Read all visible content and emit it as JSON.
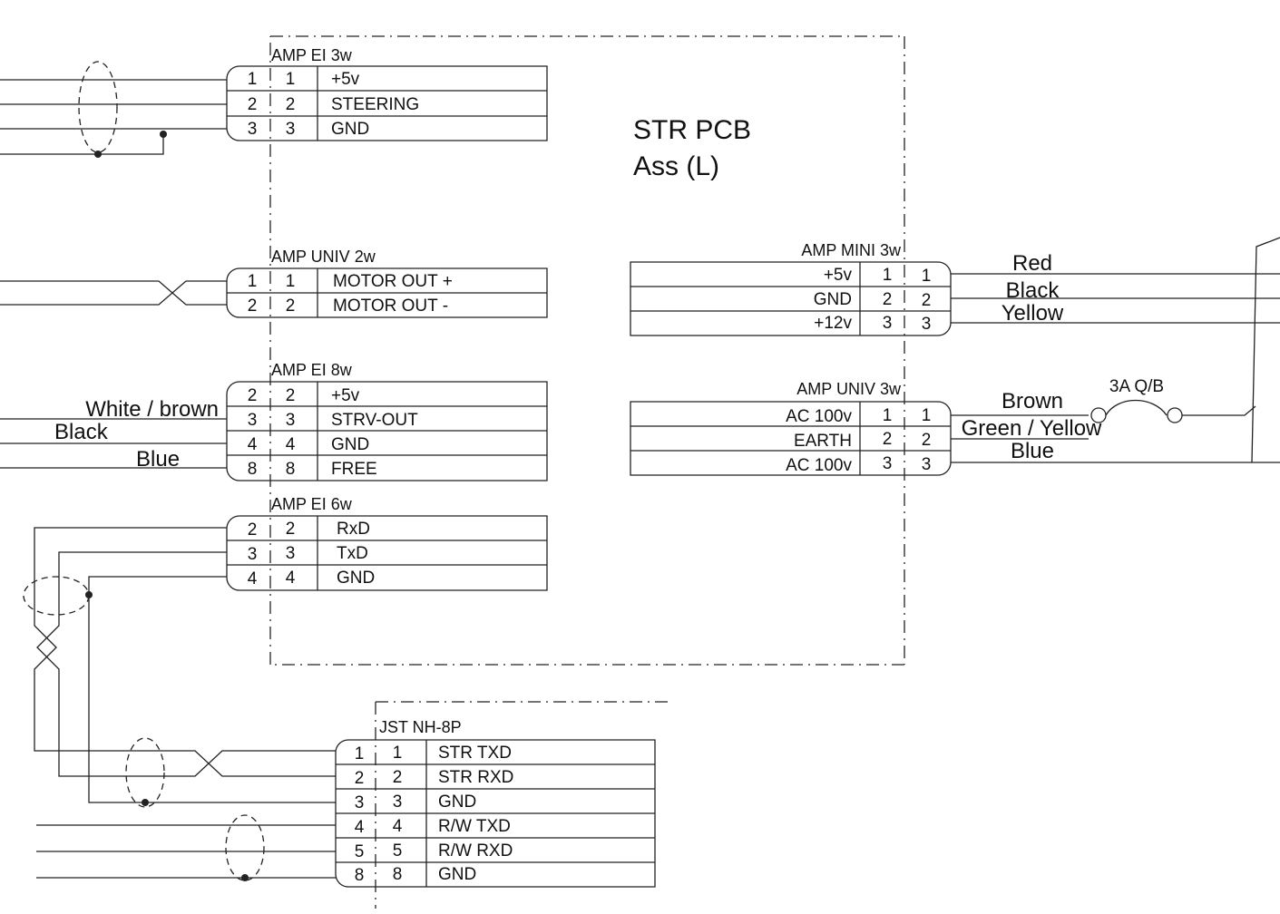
{
  "board": {
    "title_line1": "STR PCB",
    "title_line2": "Ass (L)"
  },
  "connectors": [
    {
      "id": "c1",
      "title": "AMP EI 3w",
      "rows": [
        {
          "left": "1",
          "pin": "1",
          "signal": "+5v"
        },
        {
          "left": "2",
          "pin": "2",
          "signal": "STEERING"
        },
        {
          "left": "3",
          "pin": "3",
          "signal": "GND"
        }
      ]
    },
    {
      "id": "c2",
      "title": "AMP UNIV 2w",
      "rows": [
        {
          "left": "1",
          "pin": "1",
          "signal": "MOTOR OUT +"
        },
        {
          "left": "2",
          "pin": "2",
          "signal": "MOTOR OUT -"
        }
      ]
    },
    {
      "id": "c3",
      "title": "AMP EI 8w",
      "rows": [
        {
          "left": "2",
          "pin": "2",
          "signal": "+5v"
        },
        {
          "left": "3",
          "pin": "3",
          "signal": "STRV-OUT"
        },
        {
          "left": "4",
          "pin": "4",
          "signal": "GND"
        },
        {
          "left": "8",
          "pin": "8",
          "signal": "FREE"
        }
      ]
    },
    {
      "id": "c4",
      "title": "AMP EI 6w",
      "rows": [
        {
          "left": "2",
          "pin": "2",
          "signal": "RxD"
        },
        {
          "left": "3",
          "pin": "3",
          "signal": "TxD"
        },
        {
          "left": "4",
          "pin": "4",
          "signal": "GND"
        }
      ]
    },
    {
      "id": "c5",
      "title": "JST NH-8P",
      "rows": [
        {
          "left": "1",
          "pin": "1",
          "signal": "STR TXD"
        },
        {
          "left": "2",
          "pin": "2",
          "signal": "STR RXD"
        },
        {
          "left": "3",
          "pin": "3",
          "signal": "GND"
        },
        {
          "left": "4",
          "pin": "4",
          "signal": "R/W TXD"
        },
        {
          "left": "5",
          "pin": "5",
          "signal": "R/W RXD"
        },
        {
          "left": "8",
          "pin": "8",
          "signal": "GND"
        }
      ]
    },
    {
      "id": "c6",
      "title": "AMP MINI 3w",
      "rows": [
        {
          "signal": "+5v",
          "pin": "1",
          "right": "1"
        },
        {
          "signal": "GND",
          "pin": "2",
          "right": "2"
        },
        {
          "signal": "+12v",
          "pin": "3",
          "right": "3"
        }
      ]
    },
    {
      "id": "c7",
      "title": "AMP UNIV 3w",
      "rows": [
        {
          "signal": "AC 100v",
          "pin": "1",
          "right": "1"
        },
        {
          "signal": "EARTH",
          "pin": "2",
          "right": "2"
        },
        {
          "signal": "AC 100v",
          "pin": "3",
          "right": "3"
        }
      ]
    }
  ],
  "wire_labels": {
    "c3_wires": [
      "White / brown",
      "Black",
      "Blue"
    ],
    "c6_wires": [
      "Red",
      "Black",
      "Yellow"
    ],
    "c7_wires": [
      "Brown",
      "Green / Yellow",
      "Blue"
    ],
    "fuse": "3A Q/B"
  }
}
